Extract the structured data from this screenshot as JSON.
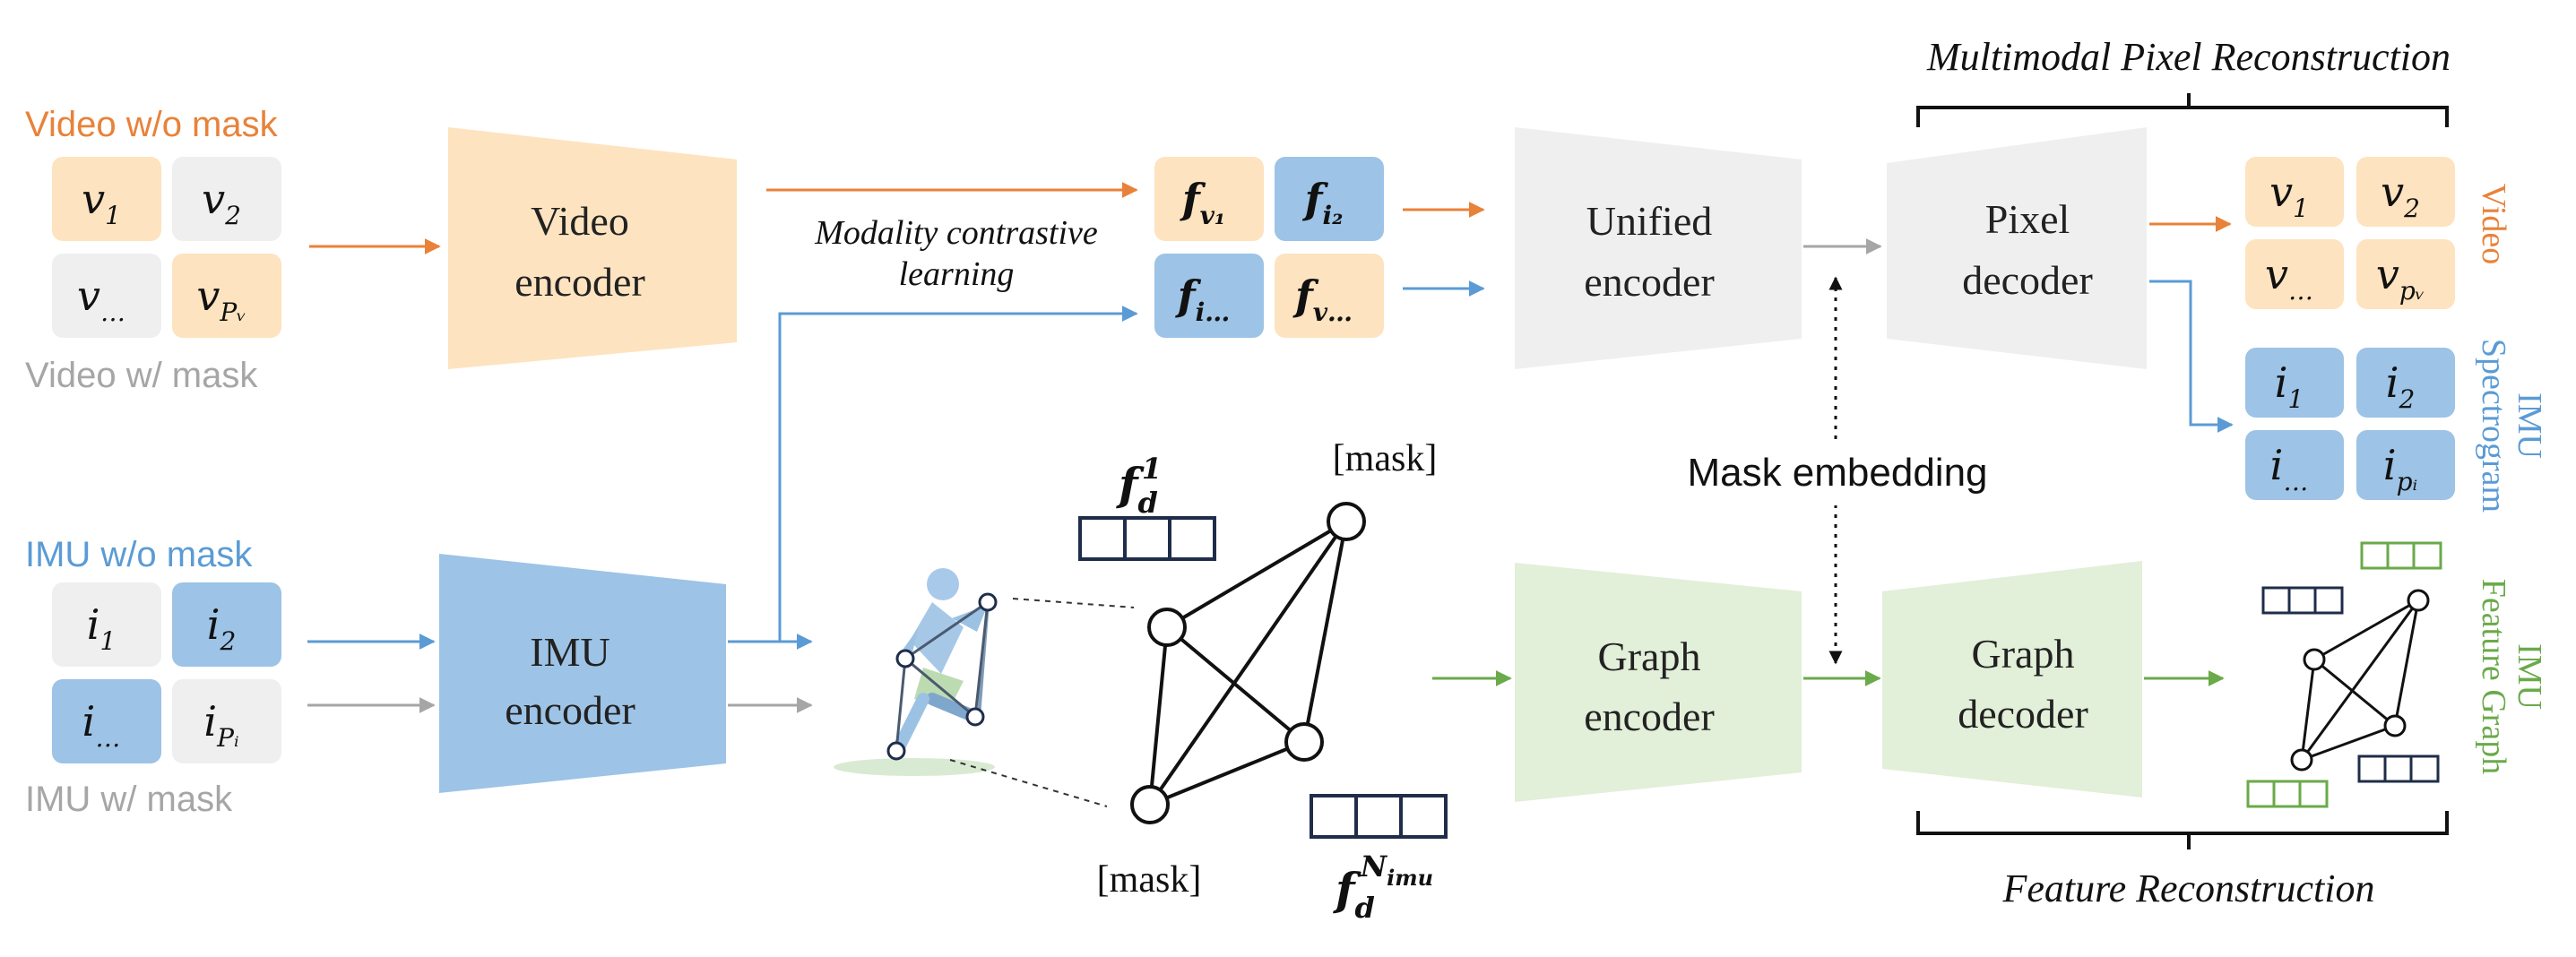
{
  "colors": {
    "video": "#e8823a",
    "imu": "#5b9bd5",
    "graph": "#6aaa4a",
    "gray": "#a6a6a6",
    "video_fill": "#fde3bf",
    "imu_fill": "#9dc3e6",
    "gray_fill": "#efefef",
    "graph_fill": "#e2efd9",
    "node_stroke": "#1f2d4a"
  },
  "labels": {
    "video_wo_mask": "Video w/o mask",
    "video_w_mask": "Video w/ mask",
    "imu_wo_mask": "IMU w/o mask",
    "imu_w_mask": "IMU w/ mask",
    "video_encoder_l1": "Video",
    "video_encoder_l2": "encoder",
    "imu_encoder_l1": "IMU",
    "imu_encoder_l2": "encoder",
    "unified_encoder_l1": "Unified",
    "unified_encoder_l2": "encoder",
    "pixel_decoder_l1": "Pixel",
    "pixel_decoder_l2": "decoder",
    "graph_encoder_l1": "Graph",
    "graph_encoder_l2": "encoder",
    "graph_decoder_l1": "Graph",
    "graph_decoder_l2": "decoder",
    "contrastive_l1": "Modality contrastive",
    "contrastive_l2": "learning",
    "mask_embedding": "Mask embedding",
    "mask_top": "[mask]",
    "mask_bottom": "[mask]",
    "multimodal_title": "Multimodal Pixel Reconstruction",
    "feature_title": "Feature Reconstruction",
    "side_video": "Video",
    "side_imu_spec_l1": "IMU",
    "side_imu_spec_l2": "Spectrogram",
    "side_imu_graph_l1": "IMU",
    "side_imu_graph_l2": "Feature Graph"
  },
  "tokens": {
    "video_input": [
      {
        "base": "v",
        "sub": "1",
        "fill": "video"
      },
      {
        "base": "v",
        "sub": "2",
        "fill": "gray"
      },
      {
        "base": "v",
        "sub": "…",
        "fill": "gray"
      },
      {
        "base": "v",
        "sub": "Pᵥ",
        "fill": "video"
      }
    ],
    "imu_input": [
      {
        "base": "i",
        "sub": "1",
        "fill": "gray"
      },
      {
        "base": "i",
        "sub": "2",
        "fill": "imu"
      },
      {
        "base": "i",
        "sub": "…",
        "fill": "imu"
      },
      {
        "base": "i",
        "sub": "Pᵢ",
        "fill": "gray"
      }
    ],
    "features": [
      {
        "base": "f",
        "sub": "v₁",
        "fill": "video"
      },
      {
        "base": "f",
        "sub": "i₂",
        "fill": "imu"
      },
      {
        "base": "f",
        "sub": "i…",
        "fill": "imu"
      },
      {
        "base": "f",
        "sub": "v…",
        "fill": "video"
      }
    ],
    "video_output": [
      {
        "base": "v",
        "sub": "1"
      },
      {
        "base": "v",
        "sub": "2"
      },
      {
        "base": "v",
        "sub": "…"
      },
      {
        "base": "v",
        "sub": "pᵥ"
      }
    ],
    "imu_output": [
      {
        "base": "i",
        "sub": "1"
      },
      {
        "base": "i",
        "sub": "2"
      },
      {
        "base": "i",
        "sub": "…"
      },
      {
        "base": "i",
        "sub": "pᵢ"
      }
    ]
  },
  "graph_feature_top": {
    "base": "f",
    "sub": "d",
    "sup": "1"
  },
  "graph_feature_bottom": {
    "base": "f",
    "sub": "d",
    "sup": "N",
    "sup_sub": "imu"
  }
}
